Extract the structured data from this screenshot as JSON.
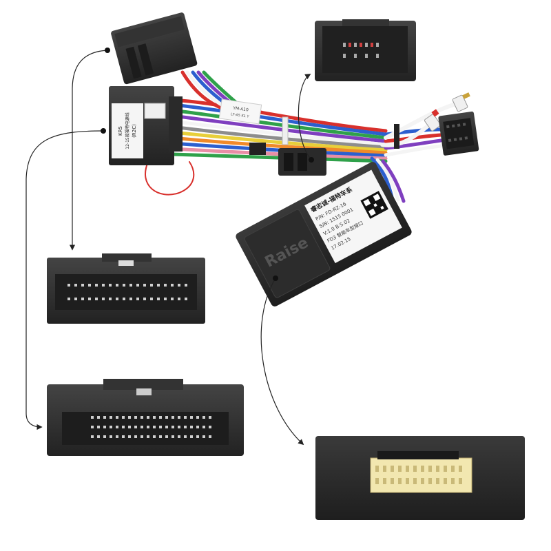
{
  "labels": {
    "adapter_label_line1": "KR5",
    "adapter_label_line2": "12-15款福特电源线",
    "adapter_label_line3": "(R2C)",
    "box_brand": "Raise",
    "box_sticker_title": "睿志诚-福特车系",
    "box_sticker_pn": "P/N: FD-RZ-16",
    "box_sticker_line3": "S/N: 1515 0001",
    "box_sticker_line4": "V:1.0 B:5.02",
    "box_sticker_line5": "FD3 智能车型接口",
    "box_sticker_date": "17.02.15",
    "plug_tag": "YM-A10",
    "plug_tag_line2": "LF-A5 K1 Y"
  },
  "colors": {
    "connector_body": "#2b2b2b",
    "connector_face": "#3a3a3a",
    "pin_light": "#cfcfcf",
    "header_pins": "#f2e7b0",
    "wire_red": "#d8302c",
    "wire_blue": "#2c5fcf",
    "wire_green": "#2fa14a",
    "wire_purple": "#7f3fbf",
    "wire_white": "#f4f4f4",
    "wire_orange": "#f08a2a",
    "wire_yellow": "#e8cf3a",
    "wire_grey": "#8d8d8d",
    "wire_pink": "#e88ea6"
  },
  "icons": {
    "arrow_start_marker": "dot",
    "arrow_end_marker": "arrowhead"
  }
}
